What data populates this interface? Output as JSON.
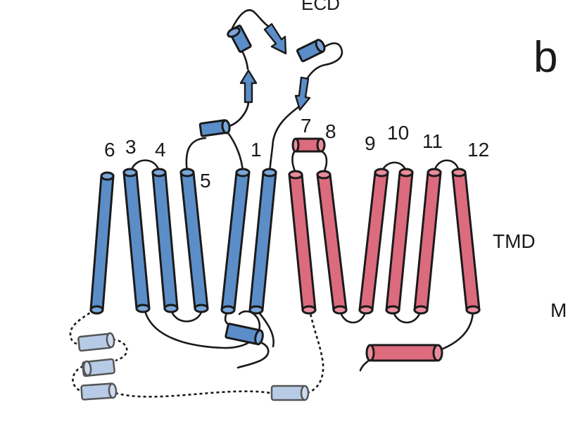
{
  "figure": {
    "panel_label": "b",
    "ecd_label": "ECD",
    "tmd_label": "TMD",
    "right_edge_label": "M",
    "helix_labels": [
      "6",
      "3",
      "4",
      "5",
      "1",
      "7",
      "8",
      "9",
      "10",
      "11",
      "12"
    ],
    "colors": {
      "blue_helix": "#5b8ec8",
      "red_helix": "#dc6b7e",
      "pale_helix": "#b8cbe6",
      "outline": "#1a1a1a"
    }
  }
}
